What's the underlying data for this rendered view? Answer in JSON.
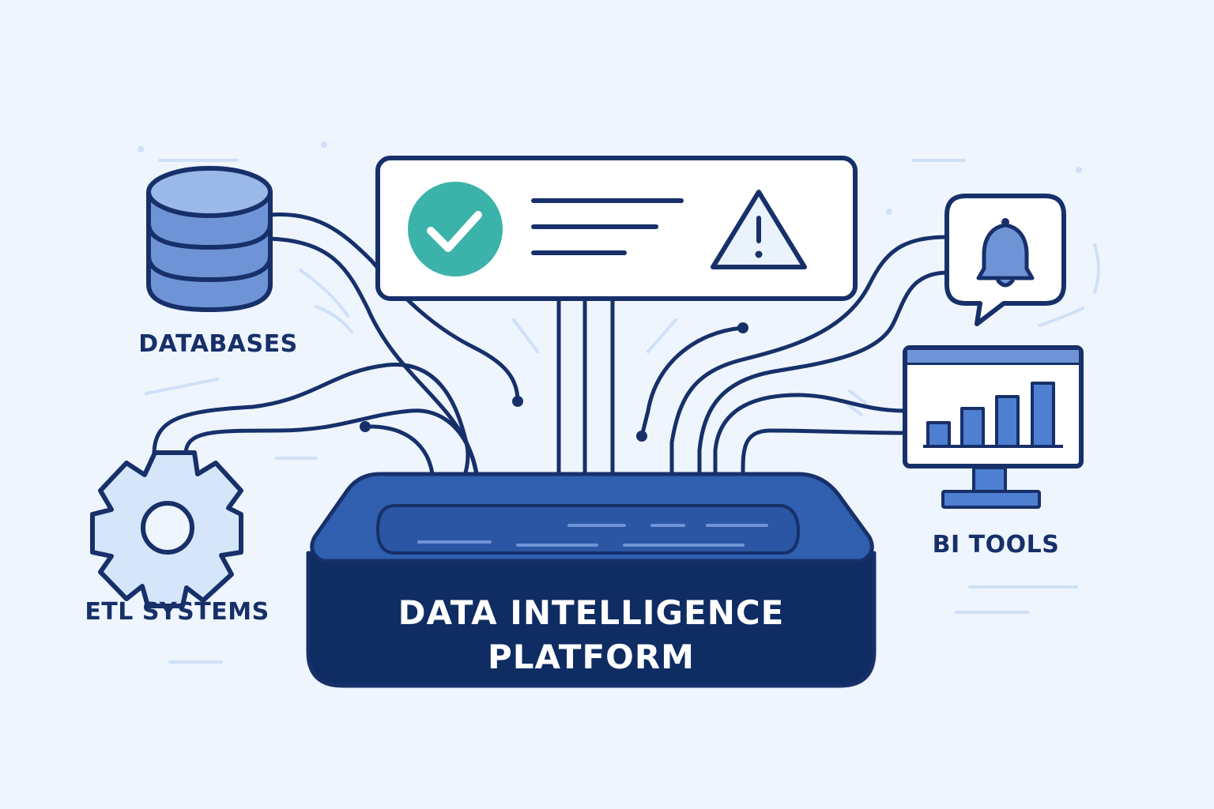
{
  "platform": {
    "title_line1": "DATA INTELLIGENCE",
    "title_line2": "PLATFORM"
  },
  "sources": {
    "databases_label": "DATABASES",
    "etl_label": "ETL SYSTEMS"
  },
  "destinations": {
    "bi_label": "BI TOOLS"
  },
  "icons": {
    "database": "database-icon",
    "gear": "gear-icon",
    "check": "check-circle-icon",
    "warning": "warning-triangle-icon",
    "bell": "bell-icon",
    "bi_monitor": "bar-chart-monitor-icon"
  },
  "colors": {
    "background": "#eef5fd",
    "navy": "#17306a",
    "platform_blue": "#2f5fae",
    "platform_dark": "#0f2c63",
    "accent_light": "#9ab8e8",
    "teal": "#3bb3aa"
  }
}
